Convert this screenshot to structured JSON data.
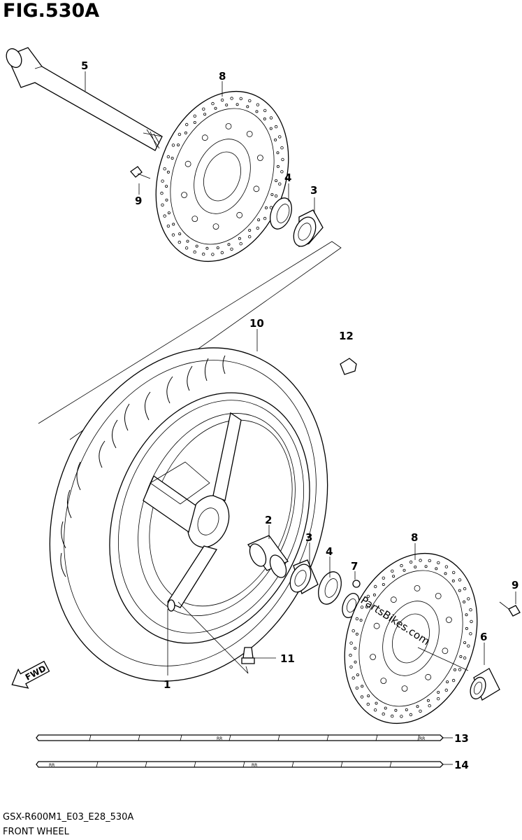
{
  "title": "FIG.530A",
  "footer": {
    "code": "GSX-R600M1_E03_E28_530A",
    "caption": "FRONT WHEEL"
  },
  "direction_label": "FWD",
  "watermark": "PartsBikes.com",
  "callouts": {
    "c1": "1",
    "c2": "2",
    "c3a": "3",
    "c3b": "3",
    "c4a": "4",
    "c4b": "4",
    "c5": "5",
    "c6": "6",
    "c7": "7",
    "c8a": "8",
    "c8b": "8",
    "c9a": "9",
    "c9b": "9",
    "c10": "10",
    "c11": "11",
    "c12": "12",
    "c13": "13",
    "c14": "14"
  },
  "parts": [
    {
      "no": "1",
      "name": "rim"
    },
    {
      "no": "2",
      "name": "spacer"
    },
    {
      "no": "3",
      "name": "bearing"
    },
    {
      "no": "4",
      "name": "oil-seal"
    },
    {
      "no": "5",
      "name": "front-axle"
    },
    {
      "no": "6",
      "name": "collar"
    },
    {
      "no": "7",
      "name": "spacer-small"
    },
    {
      "no": "8",
      "name": "brake-disc"
    },
    {
      "no": "9",
      "name": "disc-bolt"
    },
    {
      "no": "10",
      "name": "tire"
    },
    {
      "no": "11",
      "name": "valve"
    },
    {
      "no": "12",
      "name": "balancer-weight"
    },
    {
      "no": "13",
      "name": "tape"
    },
    {
      "no": "14",
      "name": "tape"
    }
  ]
}
